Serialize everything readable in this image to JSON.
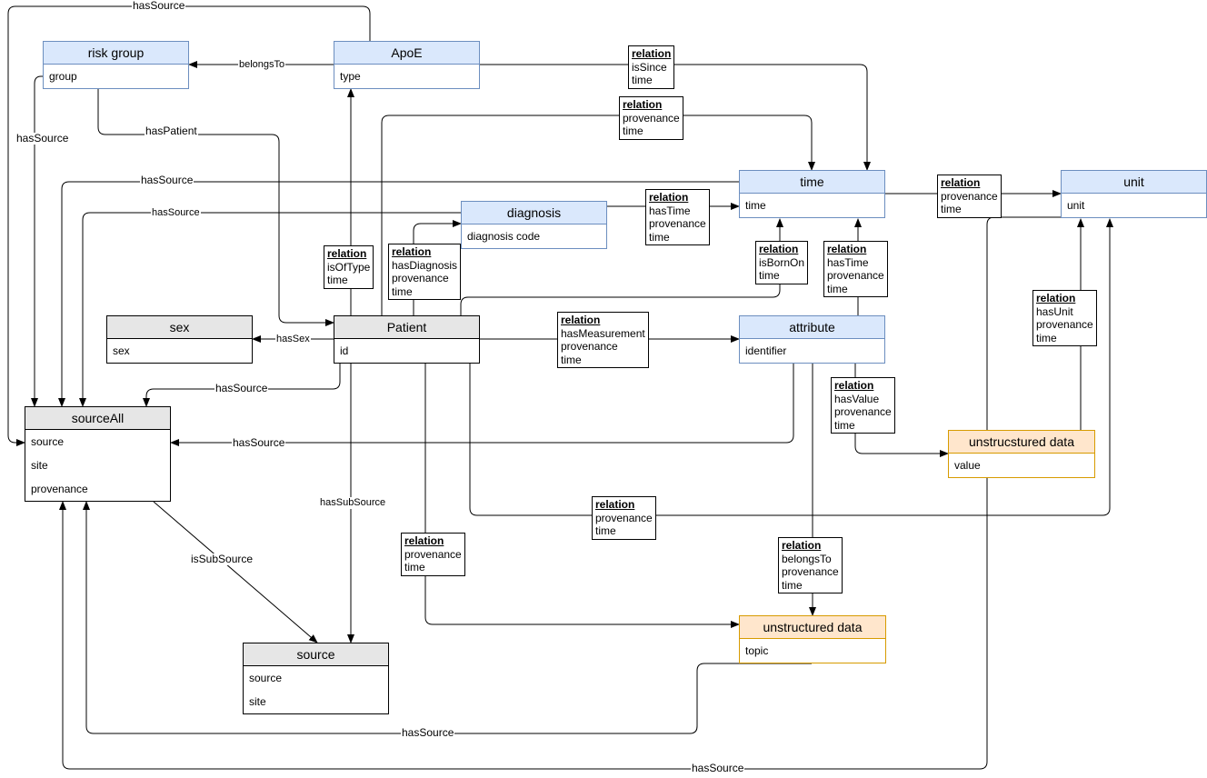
{
  "entities": {
    "risk_group": {
      "title": "risk group",
      "fields": [
        "group"
      ]
    },
    "apoe": {
      "title": "ApoE",
      "fields": [
        "type"
      ]
    },
    "time": {
      "title": "time",
      "fields": [
        "time"
      ]
    },
    "unit": {
      "title": "unit",
      "fields": [
        "unit"
      ]
    },
    "diagnosis": {
      "title": "diagnosis",
      "fields": [
        "diagnosis code"
      ]
    },
    "sex": {
      "title": "sex",
      "fields": [
        "sex"
      ]
    },
    "patient": {
      "title": "Patient",
      "fields": [
        "id"
      ]
    },
    "attribute": {
      "title": "attribute",
      "fields": [
        "identifier"
      ]
    },
    "source_all": {
      "title": "sourceAll",
      "fields": [
        "source",
        "site",
        "provenance"
      ]
    },
    "unstrucstured_data": {
      "title": "unstrucstured data",
      "fields": [
        "value"
      ]
    },
    "source": {
      "title": "source",
      "fields": [
        "source",
        "site"
      ]
    },
    "unstructured_data": {
      "title": "unstructured data",
      "fields": [
        "topic"
      ]
    }
  },
  "relations": {
    "apoe_time": {
      "title": "relation",
      "lines": [
        "isSince",
        "time"
      ]
    },
    "patient_time": {
      "title": "relation",
      "lines": [
        "provenance",
        "time"
      ]
    },
    "time_unit": {
      "title": "relation",
      "lines": [
        "provenance",
        "time"
      ]
    },
    "diagnosis_time": {
      "title": "relation",
      "lines": [
        "hasTime",
        "provenance",
        "time"
      ]
    },
    "is_of_type": {
      "title": "relation",
      "lines": [
        "isOfType",
        "time"
      ]
    },
    "has_diagnosis": {
      "title": "relation",
      "lines": [
        "hasDiagnosis",
        "provenance",
        "time"
      ]
    },
    "is_born_on": {
      "title": "relation",
      "lines": [
        "isBornOn",
        "time"
      ]
    },
    "attribute_time": {
      "title": "relation",
      "lines": [
        "hasTime",
        "provenance",
        "time"
      ]
    },
    "has_unit": {
      "title": "relation",
      "lines": [
        "hasUnit",
        "provenance",
        "time"
      ]
    },
    "has_measurement": {
      "title": "relation",
      "lines": [
        "hasMeasurement",
        "provenance",
        "time"
      ]
    },
    "has_value": {
      "title": "relation",
      "lines": [
        "hasValue",
        "provenance",
        "time"
      ]
    },
    "patient_unit": {
      "title": "relation",
      "lines": [
        "provenance",
        "time"
      ]
    },
    "patient_unstructured": {
      "title": "relation",
      "lines": [
        "provenance",
        "time"
      ]
    },
    "belongs_to_unstructured": {
      "title": "relation",
      "lines": [
        "belongsTo",
        "provenance",
        "time"
      ]
    }
  },
  "edge_labels": {
    "top_has_source": "hasSource",
    "belongs_to": "belongsTo",
    "risk_has_source": "hasSource",
    "has_patient": "hasPatient",
    "time_has_source": "hasSource",
    "diagnosis_has_source": "hasSource",
    "has_sex": "hasSex",
    "patient_has_source": "hasSource",
    "attribute_has_source": "hasSource",
    "has_sub_source": "hasSubSource",
    "is_sub_source": "isSubSource",
    "unstructured_has_source": "hasSource",
    "unstrucstured_has_source": "hasSource"
  },
  "colors": {
    "blue_fill": "#dae8fc",
    "blue_stroke": "#6c8ebf",
    "gray_fill": "#e6e6e6",
    "gray_stroke": "#000000",
    "orange_fill": "#ffe6cc",
    "orange_stroke": "#d79b00"
  }
}
